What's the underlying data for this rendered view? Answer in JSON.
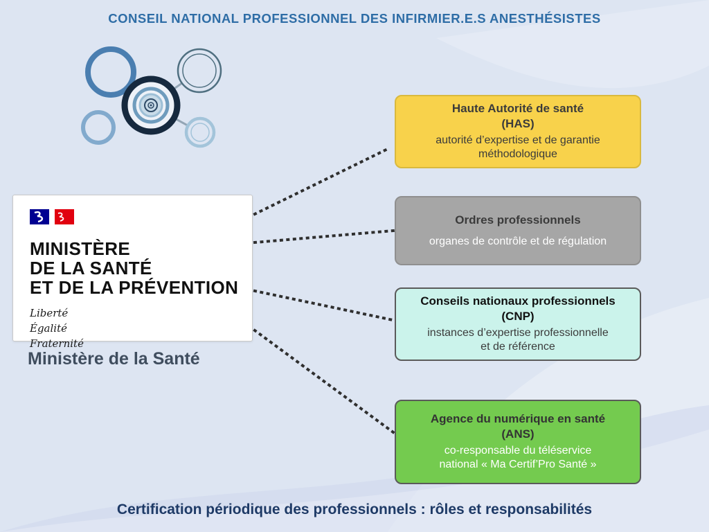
{
  "header": {
    "title": "CONSEIL NATIONAL PROFESSIONNEL DES INFIRMIER.E.S ANESTHÉSISTES",
    "color": "#2e6da6"
  },
  "logo": {
    "name": "cnpia-circles-logo"
  },
  "ministry": {
    "flag_icon": "french-flag-icon",
    "logo_lines": "MINISTÈRE\nDE LA SANTÉ\nET DE LA PRÉVENTION",
    "motto": "Liberté\nÉgalité\nFraternité",
    "caption": "Ministère de la Santé"
  },
  "boxes": [
    {
      "id": "has",
      "title": "Haute Autorité de santé\n(HAS)",
      "description": "autorité d’expertise et de garantie\nméthodologique",
      "bg": "#f8d24b",
      "border": "#d9b93e",
      "title_color": "#3b3b3b",
      "desc_color": "#3b3b3b"
    },
    {
      "id": "ordres",
      "title": "Ordres professionnels",
      "description": "organes de contrôle et de régulation",
      "bg": "#a6a6a6",
      "border": "#8f8f8f",
      "title_color": "#3b3b3b",
      "desc_color": "#ffffff"
    },
    {
      "id": "cnp",
      "title": "Conseils nationaux professionnels\n(CNP)",
      "description": "instances d’expertise professionnelle\net de référence",
      "bg": "#cbf3eb",
      "border": "#5a5a5a",
      "title_color": "#111111",
      "desc_color": "#3b3b3b"
    },
    {
      "id": "ans",
      "title": "Agence du numérique en santé\n(ANS)",
      "description": "co-responsable du téléservice\nnational « Ma Certif’Pro Santé »",
      "bg": "#74cb4f",
      "border": "#5a5a5a",
      "title_color": "#333333",
      "desc_color": "#ffffff"
    }
  ],
  "footer": {
    "title": "Certification périodique des professionnels : rôles et responsabilités",
    "color": "#1e3a66"
  }
}
